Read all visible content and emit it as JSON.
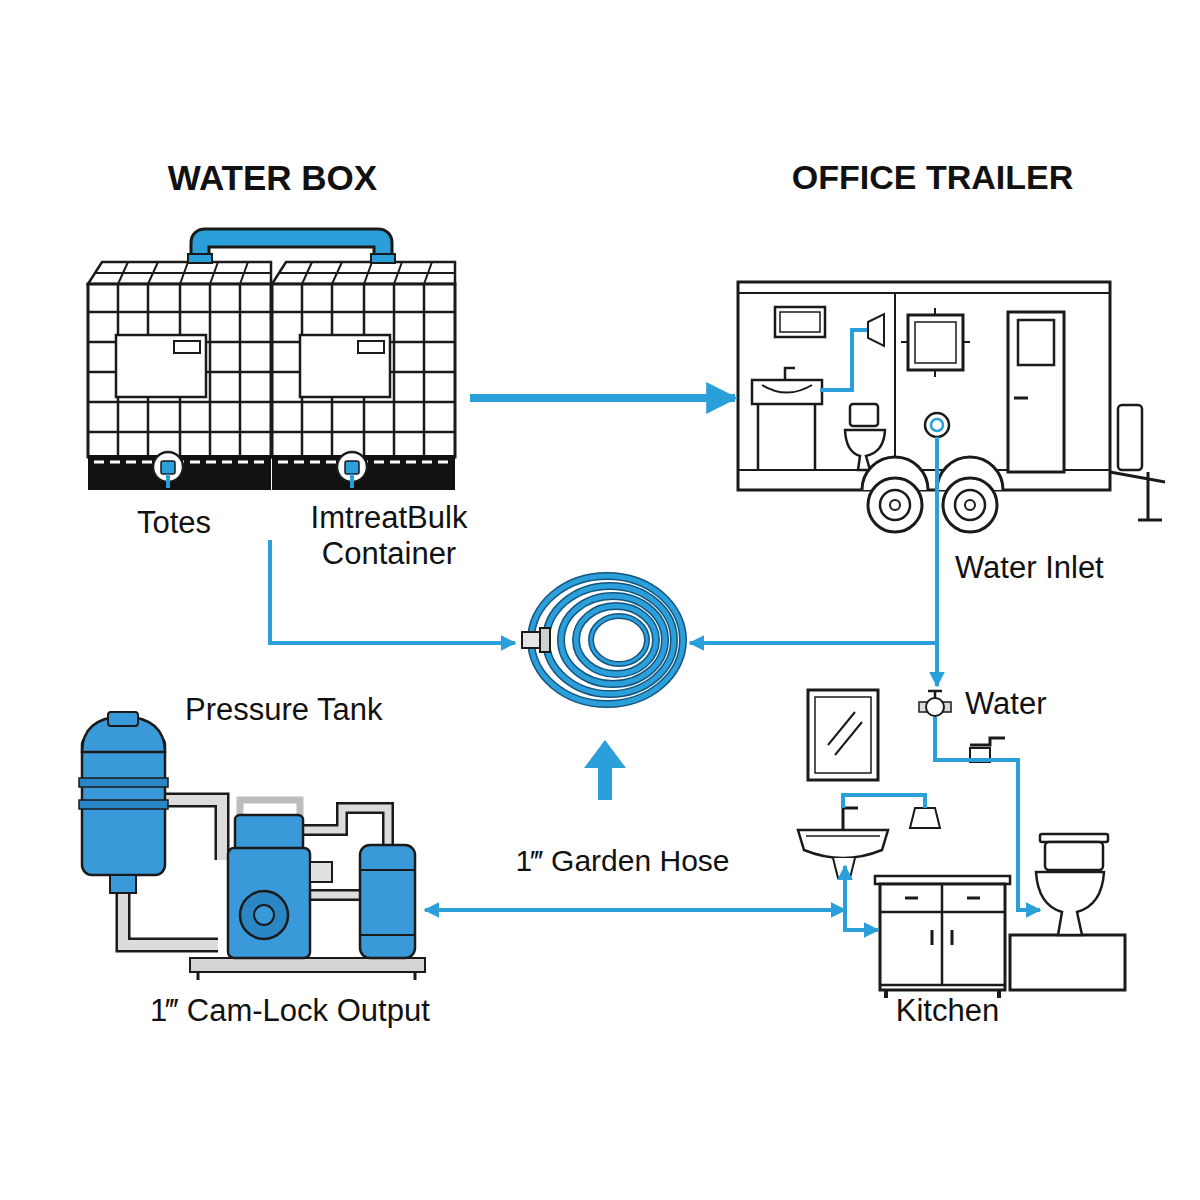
{
  "diagram": {
    "nodes": [
      {
        "text": [
          "WATER BOX"
        ]
      },
      {
        "text": [
          "Totes"
        ],
        "in": 0
      },
      {
        "text": [
          "ImtreatBulk Container"
        ],
        "in": 0
      },
      {
        "text": [
          "OFFICE TRAILER"
        ]
      },
      {
        "text": [
          "Water Inlet"
        ]
      },
      {
        "text": [
          "1‴ Garden Hose"
        ]
      },
      {
        "text": [
          "Pressure Tank",
          "1‴ Cam-Lock Output"
        ]
      },
      {
        "text": [
          "Water"
        ]
      },
      {
        "text": [
          "Kitchen"
        ]
      }
    ],
    "edges": [
      {
        "from": 1,
        "to": 5,
        "arrow": "to"
      },
      {
        "from": 0,
        "to": 3,
        "arrow": "to"
      },
      {
        "from": 4,
        "to": 5,
        "arrow": "to"
      },
      {
        "from": 4,
        "to": 7,
        "arrow": "to"
      },
      {
        "from": 6,
        "to": 8,
        "arrow": "both"
      }
    ]
  }
}
